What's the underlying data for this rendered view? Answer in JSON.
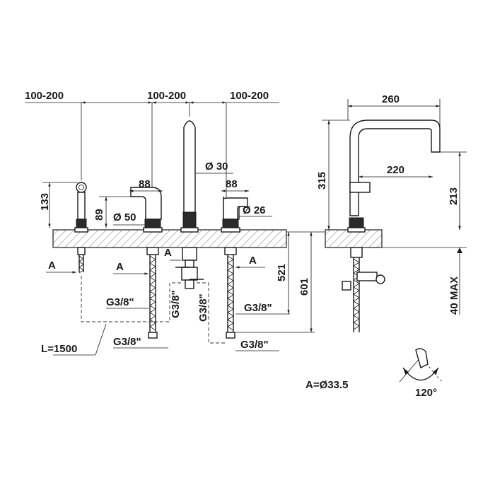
{
  "dimensions": {
    "spacing_1": "100-200",
    "spacing_2": "100-200",
    "spacing_3": "100-200",
    "width_260": "260",
    "reach_220": "220",
    "height_315": "315",
    "height_213": "213",
    "height_133": "133",
    "height_89": "89",
    "handle_88_left": "88",
    "handle_88_right": "88",
    "dia_50": "Ø 50",
    "dia_30": "Ø 30",
    "dia_26": "Ø 26",
    "depth_521": "521",
    "depth_601": "601",
    "deck_40": "40 MAX",
    "hose_length": "L=1500"
  },
  "labels": {
    "a_1": "A",
    "a_2": "A",
    "a_3": "A",
    "a_4": "A",
    "thread_1": "G3/8\"",
    "thread_2": "G3/8\"",
    "thread_3": "G3/8\"",
    "thread_4": "G3/8\"",
    "thread_5": "G3/8\"",
    "thread_6": "G3/8\""
  },
  "notes": {
    "a_value": "A=Ø33.5",
    "rotation": "120°"
  }
}
